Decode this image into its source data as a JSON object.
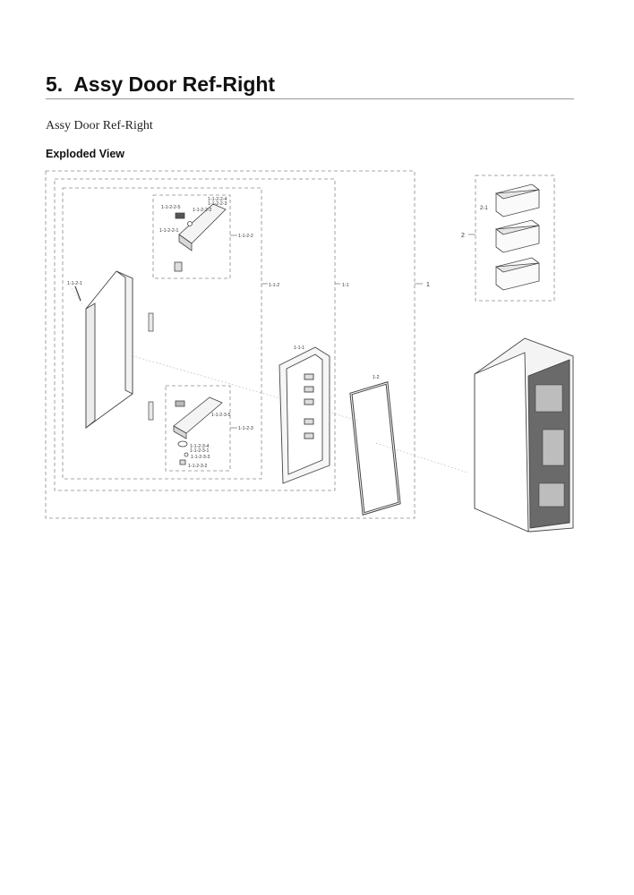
{
  "document": {
    "section_number": "5.",
    "section_title": "Assy Door Ref-Right",
    "subtitle": "Assy Door Ref-Right",
    "view_heading": "Exploded View"
  },
  "callouts": {
    "c_1": "1",
    "c_1_1": "1-1",
    "c_1_2": "1-2",
    "c_1_1_1": "1-1-1",
    "c_1_1_2": "1-1-2",
    "c_1_1_2_1": "1-1-2-1",
    "c_1_1_2_2": "1-1-2-2",
    "c_1_1_2_3": "1-1-2-3",
    "c_1_1_2_2_1": "1-1-2-2-1",
    "c_1_1_2_2_2": "1-1-2-2-2",
    "c_1_1_2_2_3": "1-1-2-2-3",
    "c_1_1_2_2_4": "1-1-2-2-4",
    "c_1_1_2_2_5": "1-1-2-2-5",
    "c_1_1_2_3_1": "1-1-2-3-1",
    "c_1_1_2_3_2": "1-1-2-3-2",
    "c_1_1_2_3_3": "1-1-2-3-3",
    "c_1_1_2_3_4": "1-1-2-3-4",
    "c_1_1_2_3_5": "1-1-2-3-5",
    "c_2": "2",
    "c_2_1": "2-1"
  }
}
